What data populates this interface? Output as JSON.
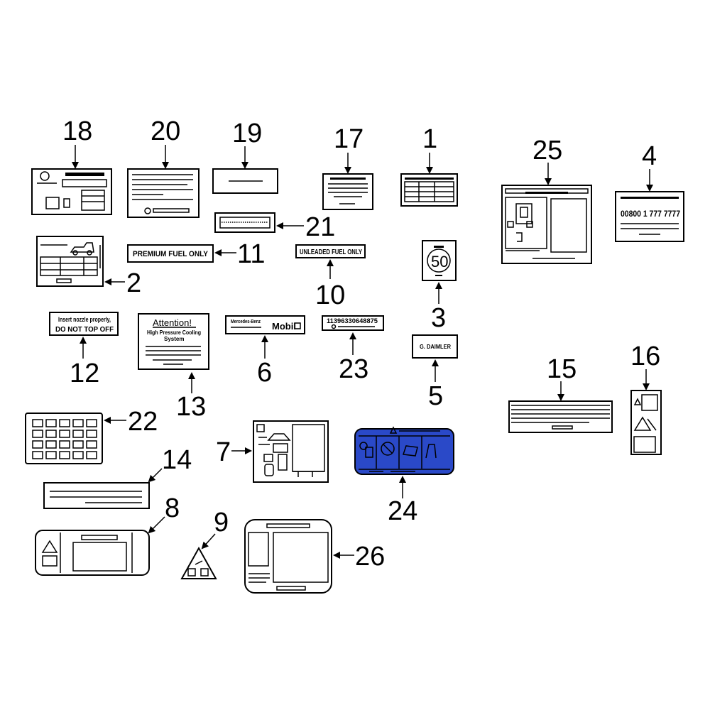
{
  "callouts": {
    "c1": "1",
    "c2": "2",
    "c3": "3",
    "c4": "4",
    "c5": "5",
    "c6": "6",
    "c7": "7",
    "c8": "8",
    "c9": "9",
    "c10": "10",
    "c11": "11",
    "c12": "12",
    "c13": "13",
    "c14": "14",
    "c15": "15",
    "c16": "16",
    "c17": "17",
    "c18": "18",
    "c19": "19",
    "c20": "20",
    "c21": "21",
    "c22": "22",
    "c23": "23",
    "c24": "24",
    "c25": "25",
    "c26": "26"
  },
  "label_text": {
    "premium_fuel": "PREMIUM FUEL ONLY",
    "unleaded_fuel": "UNLEADED FUEL ONLY",
    "nozzle_line1": "Insert nozzle properly,",
    "nozzle_line2": "DO NOT TOP OFF",
    "attention_title": "Attention!",
    "attention_sub1": "High Pressure Cooling",
    "attention_sub2": "System",
    "mercedes": "Mercedes-Benz",
    "mobil": "Mobil",
    "number_23": "11396330648875",
    "daimler": "G. DAIMLER",
    "speed_value": "50",
    "phone": "00800 1 777 7777"
  },
  "colors": {
    "highlight_fill": "#2a49c8",
    "line": "#000000"
  }
}
